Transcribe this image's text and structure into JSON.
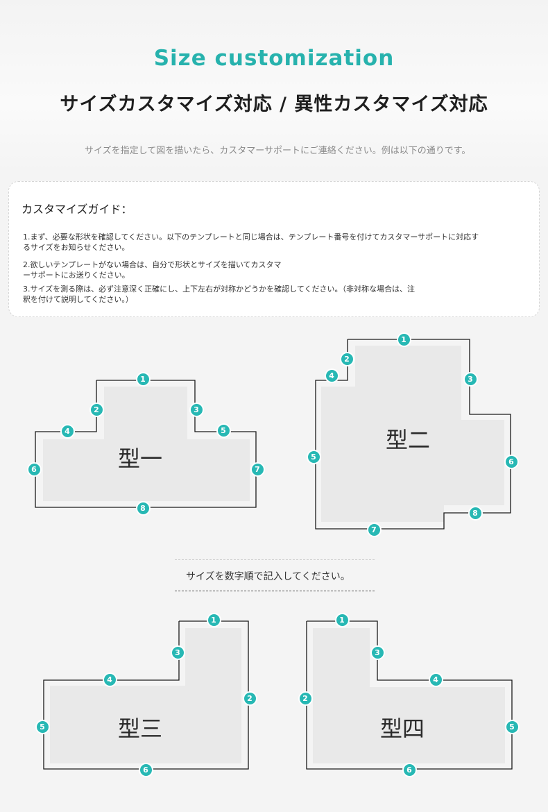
{
  "header": {
    "title_en": "Size customization",
    "title_jp": "サイズカスタマイズ対応 / 異性カスタマイズ対応",
    "subtitle": "サイズを指定して図を描いたら、カスタマーサポートにご連絡ください。例は以下の通りです。"
  },
  "guide": {
    "title": "カスタマイズガイド：",
    "items": [
      {
        "line1": "1.まず、必要な形状を確認してください。以下のテンプレートと同じ場合は、テンプレート番号を付けてカスタマーサポートに対応す",
        "line2": "るサイズをお知らせください。"
      },
      {
        "line1": "2.欲しいテンプレートがない場合は、自分で形状とサイズを描いてカスタマ",
        "line2": "ーサポートにお送りください。"
      },
      {
        "line1": "3.サイズを測る際は、必ず注意深く正確にし、上下左右が対称かどうかを確認してください。（非対称な場合は、注",
        "line2": "釈を付けて説明してください。）"
      }
    ]
  },
  "note": "サイズを数字順で記入してください。",
  "shapes": [
    {
      "label": "型一",
      "badges": [
        "1",
        "2",
        "3",
        "4",
        "5",
        "6",
        "7",
        "8"
      ]
    },
    {
      "label": "型二",
      "badges": [
        "1",
        "2",
        "3",
        "4",
        "5",
        "6",
        "7",
        "8"
      ]
    },
    {
      "label": "型三",
      "badges": [
        "1",
        "2",
        "3",
        "4",
        "5",
        "6"
      ]
    },
    {
      "label": "型四",
      "badges": [
        "1",
        "2",
        "3",
        "4",
        "5",
        "6"
      ]
    }
  ],
  "colors": {
    "accent": "#27b8b4",
    "outline": "#1a1a1a",
    "fill": "#e9e9e9"
  }
}
